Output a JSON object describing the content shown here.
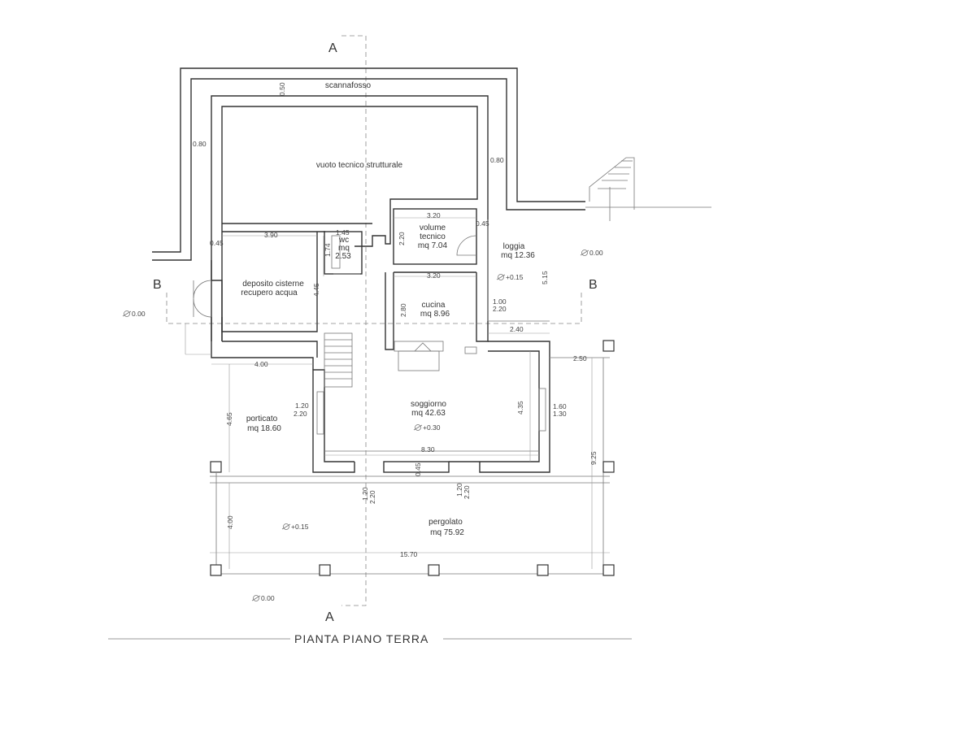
{
  "title": "PIANTA PIANO TERRA",
  "section_marks": {
    "aa": "A",
    "bb": "B"
  },
  "rooms": {
    "scannafosso": "scannafosso",
    "vuoto": "vuoto tecnico strutturale",
    "volume": [
      "volume",
      "tecnico",
      "mq 7.04"
    ],
    "loggia": [
      "loggia",
      "mq 12.36"
    ],
    "wc": [
      "wc",
      "mq",
      "2.53"
    ],
    "deposito": [
      "deposito cisterne",
      "recupero acqua"
    ],
    "cucina": [
      "cucina",
      "mq 8.96"
    ],
    "soggiorno": [
      "soggiorno",
      "mq 42.63"
    ],
    "porticato": [
      "porticato",
      "mq 18.60"
    ],
    "pergolato": [
      "pergolato",
      "mq 75.92"
    ]
  },
  "levels": {
    "loggia_out": "0.00",
    "loggia_in": "+0.15",
    "west": "0.00",
    "soggiorno": "+0.30",
    "pergolato": "+0.15",
    "south": "0.00"
  },
  "dims": {
    "d050": "0.50",
    "d080a": "0.80",
    "d080b": "0.80",
    "d045a": "0.45",
    "d390": "3.90",
    "d145": "1.45",
    "d174": "1.74",
    "d320a": "3.20",
    "d045b": "0.45",
    "d220a": "2.20",
    "d320b": "3.20",
    "d445": "4.45",
    "d515": "5.15",
    "d280": "2.80",
    "d100": "1.00",
    "d220b": "2.20",
    "d240": "2.40",
    "d400a": "4.00",
    "d250": "2.50",
    "d465": "4.65",
    "d120a": "1.20",
    "d220c": "2.20",
    "d435": "4.35",
    "d160": "1.60",
    "d130": "1.30",
    "d925": "9.25",
    "d830": "8.30",
    "d045c": "0.45",
    "d120b": "1.20",
    "d220d": "2.20",
    "d120c": "1.20",
    "d220e": "2.20",
    "d400b": "4.00",
    "d1570": "15.70"
  }
}
